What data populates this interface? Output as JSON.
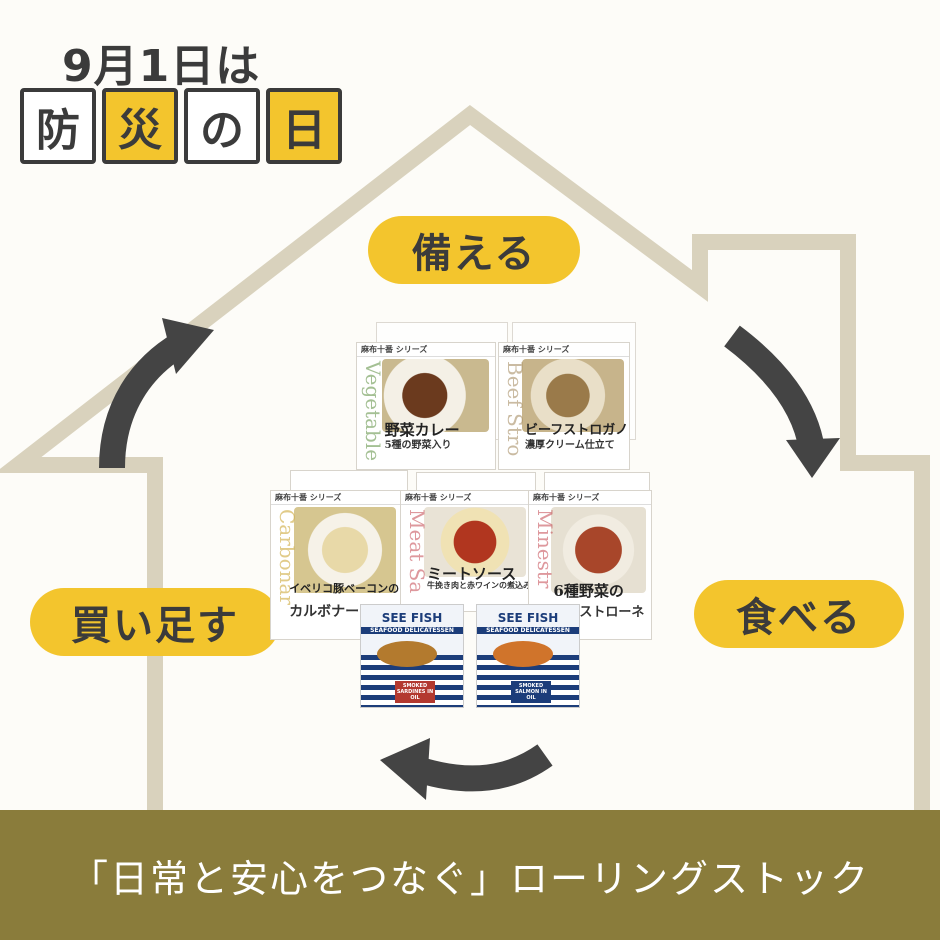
{
  "header": {
    "date_text": "9月1日は",
    "boxes": [
      "防",
      "災",
      "の",
      "日"
    ]
  },
  "cycle": {
    "prepare": "備える",
    "eat": "食べる",
    "restock": "買い足す"
  },
  "products": {
    "curry": {
      "series": "麻布十番 シリーズ",
      "vertical": "Vegetable",
      "name": "野菜カレー",
      "sub": "5種の野菜入り"
    },
    "stroganoff": {
      "series": "麻布十番 シリーズ",
      "vertical": "Beef Stro",
      "name": "ビーフストロガノフ",
      "sub": "濃厚クリーム仕立て"
    },
    "carbonara": {
      "series": "麻布十番 シリーズ",
      "vertical": "Carbonar",
      "name": "イベリコ豚ベーコンの",
      "sub": "カルボナーラ"
    },
    "meatsauce": {
      "series": "麻布十番 シリーズ",
      "vertical": "Meat Sa",
      "name": "ミートソース",
      "sub": "牛挽き肉と赤ワインの煮込み"
    },
    "minestrone": {
      "series": "麻布十番 シリーズ",
      "vertical": "Minestr",
      "name": "6種野菜の",
      "sub": "ミネストローネ"
    },
    "sardines": {
      "logo": "SEE FISH",
      "sub": "SEAFOOD DELICATESSEN",
      "label": "SMOKED SARDINES IN OIL"
    },
    "salmon": {
      "logo": "SEE FISH",
      "sub": "SEAFOOD DELICATESSEN",
      "label": "SMOKED SALMON IN OIL"
    }
  },
  "footer": {
    "text": "「日常と安心をつなぐ」ローリングストック"
  },
  "colors": {
    "accent": "#f3c52d",
    "footer": "#8a7c3b",
    "outline": "#d9d2bd",
    "arrow": "#444444"
  }
}
